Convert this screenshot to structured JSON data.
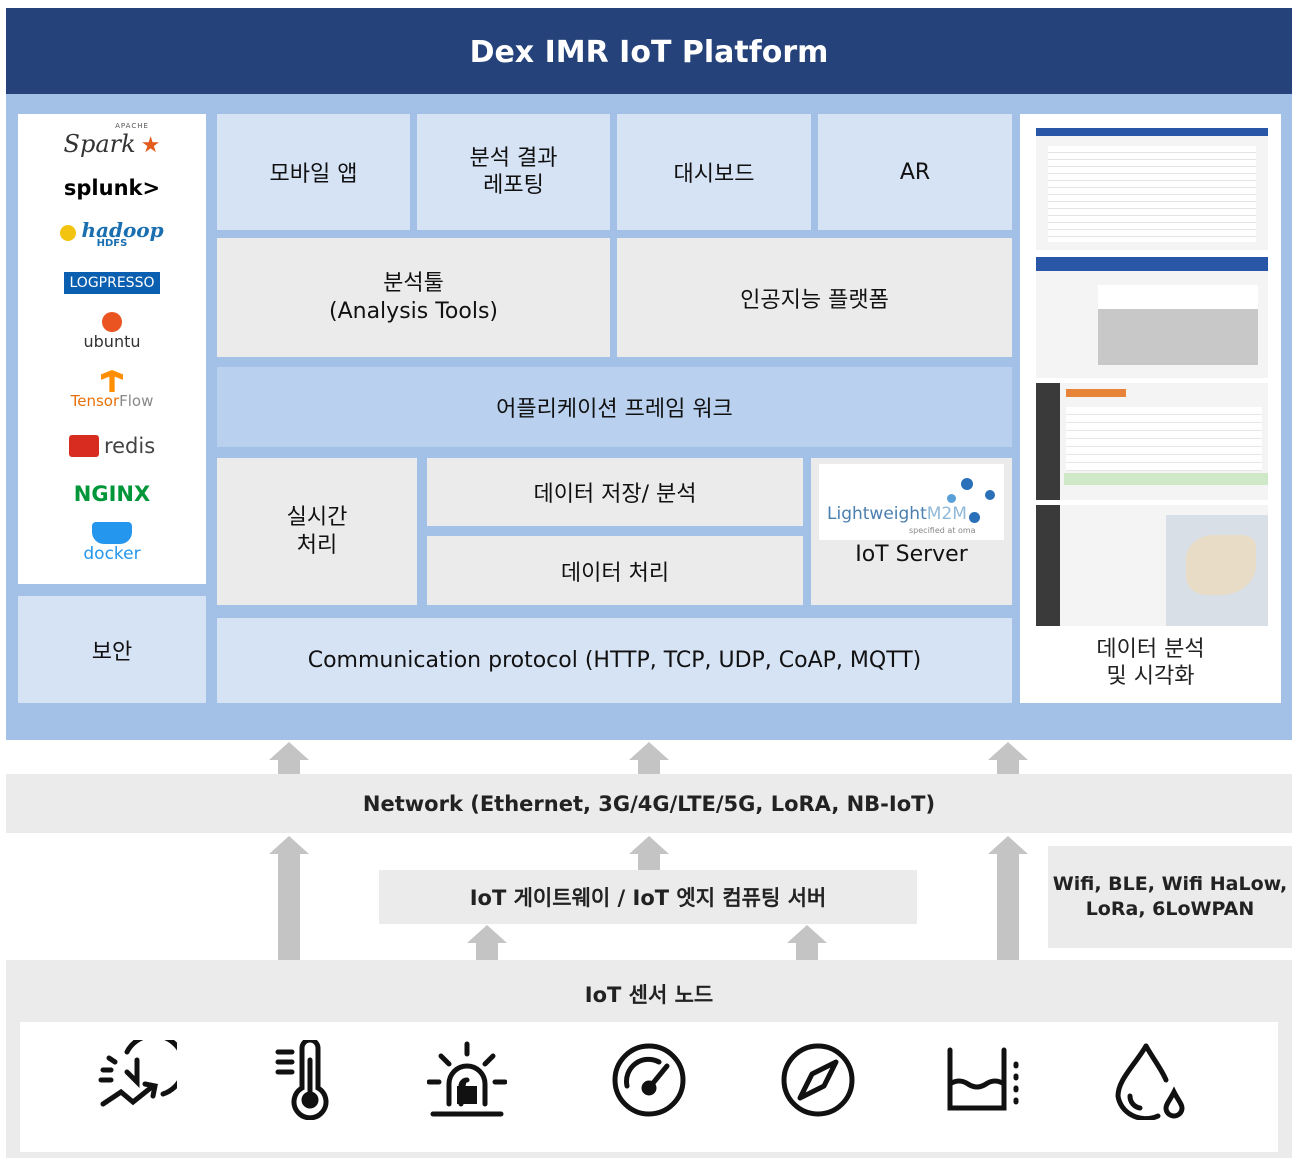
{
  "title": "Dex IMR IoT Platform",
  "logos": {
    "spark_tag": "APACHE",
    "spark": "Spark",
    "splunk": "splunk>",
    "hadoop": "hadoop",
    "hadoop_sub": "HDFS",
    "logpresso": "LOGPRESSO",
    "ubuntu": "ubuntu",
    "tensorflow_a": "Tensor",
    "tensorflow_b": "Flow",
    "redis": "redis",
    "nginx": "NGINX",
    "docker": "docker"
  },
  "security": "보안",
  "apps": [
    "모바일 앱",
    "분석 결과\n레포팅",
    "대시보드",
    "AR"
  ],
  "tools": "분석툴\n(Analysis Tools)",
  "ai": "인공지능 플랫폼",
  "framework": "어플리케이션 프레임 워크",
  "realtime": "실시간\n처리",
  "storage": "데이터 저장/ 분석",
  "processing": "데이터 처리",
  "lwm2m": {
    "brand_a": "Lightweight",
    "brand_b": "M2M",
    "tagline": "specified at oma"
  },
  "iot_server": "IoT Server",
  "protocol": "Communication protocol (HTTP, TCP, UDP, CoAP, MQTT)",
  "visualization": "데이터 분석\n및 시각화",
  "network": "Network (Ethernet, 3G/4G/LTE/5G, LoRA, NB-IoT)",
  "gateway": "IoT 게이트웨이 / IoT 엣지 컴퓨팅 서버",
  "wireless": "Wifi, BLE, Wifi HaLow,\nLoRa, 6LoWPAN",
  "sensor_nodes": "IoT 센서 노드",
  "sensor_icons": [
    "speed-timer-icon",
    "thermometer-icon",
    "alarm-siren-icon",
    "pressure-gauge-icon",
    "compass-icon",
    "water-level-icon",
    "humidity-drop-icon"
  ],
  "colors": {
    "header": "#25427a",
    "platform": "#a3c1e6",
    "light_block": "#d6e3f5",
    "mid_block": "#b9d0ee",
    "grey_block": "#ebebeb",
    "arrow": "#c4c4c4"
  }
}
